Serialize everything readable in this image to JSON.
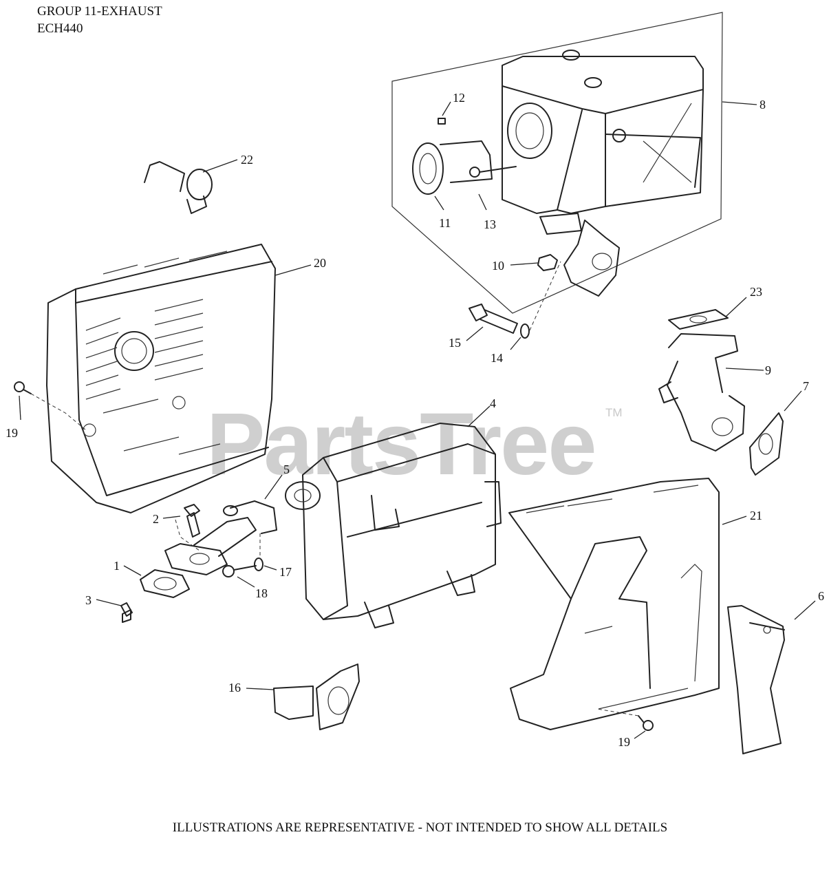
{
  "header": {
    "line1": "GROUP 11-EXHAUST",
    "line2": "ECH440"
  },
  "footer": {
    "note": "ILLUSTRATIONS ARE REPRESENTATIVE - NOT INTENDED TO SHOW ALL DETAILS"
  },
  "watermark": {
    "text": "PartsTree",
    "tm": "TM"
  },
  "callouts": [
    "1",
    "2",
    "3",
    "4",
    "5",
    "6",
    "7",
    "8",
    "9",
    "10",
    "11",
    "12",
    "13",
    "14",
    "15",
    "16",
    "17",
    "18",
    "19",
    "19",
    "20",
    "21",
    "22",
    "23"
  ]
}
